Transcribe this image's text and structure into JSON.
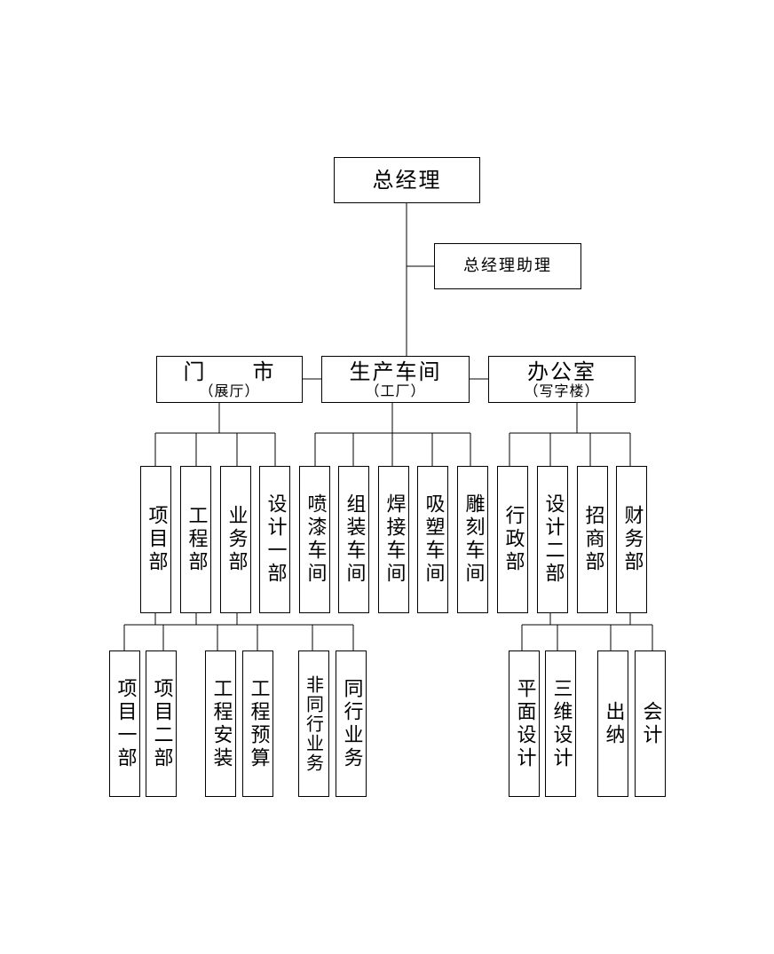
{
  "org": {
    "ceo": "总经理",
    "assistant": "总经理助理",
    "store": {
      "main": "门　　市",
      "sub": "（展厅）"
    },
    "workshop": {
      "main": "生产车间",
      "sub": "（工厂）"
    },
    "office": {
      "main": "办公室",
      "sub": "（写字楼）"
    },
    "store_depts": [
      "项目部",
      "工程部",
      "业务部",
      "设计一部"
    ],
    "workshop_depts": [
      "喷漆车间",
      "组装车间",
      "焊接车间",
      "吸塑车间",
      "雕刻车间"
    ],
    "office_depts": [
      "行政部",
      "设计二部",
      "招商部",
      "财务部"
    ],
    "project_sub": [
      "项目一部",
      "项目二部"
    ],
    "engineering_sub": [
      "工程安装",
      "工程预算"
    ],
    "business_sub": [
      "非同行业务",
      "同行业务"
    ],
    "design2_sub": [
      "平面设计",
      "三维设计"
    ],
    "finance_sub": [
      "出纳",
      "会计"
    ]
  }
}
